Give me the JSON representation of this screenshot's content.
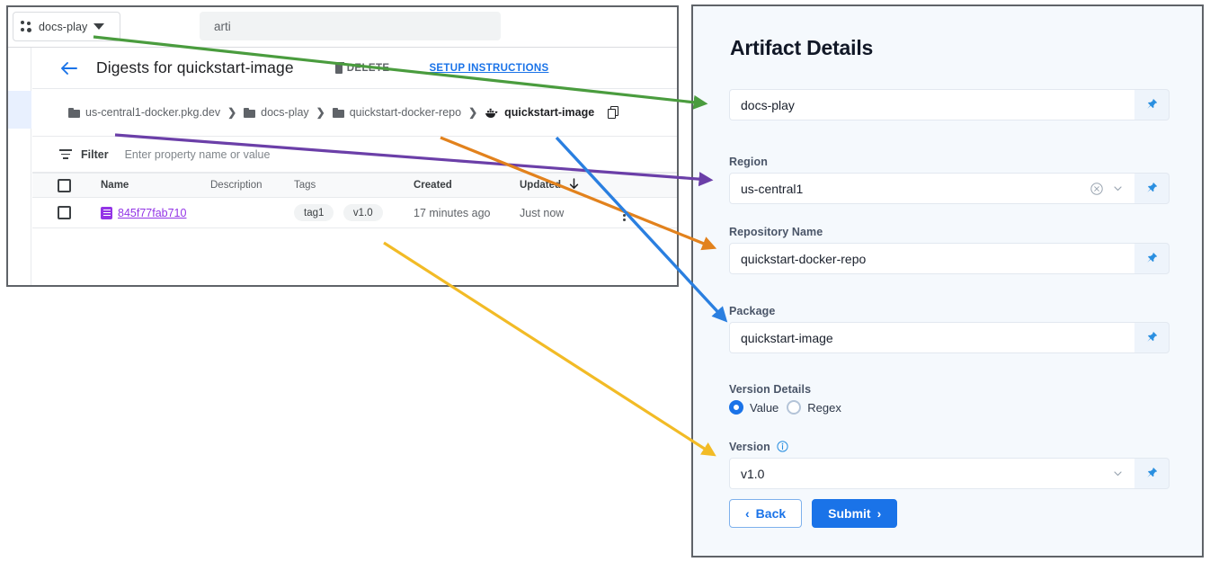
{
  "console": {
    "project_chip": {
      "label": "docs-play",
      "icon": "project-dots-icon",
      "caret": "caret-down-icon"
    },
    "search": {
      "value": "arti",
      "placeholder": "arti"
    },
    "page_title": "Digests for quickstart-image",
    "back_icon": "back-arrow-icon",
    "actions": {
      "delete_label": "DELETE",
      "setup_label": "SETUP INSTRUCTIONS"
    },
    "breadcrumb": [
      {
        "label": "us-central1-docker.pkg.dev",
        "icon": "folder-icon"
      },
      {
        "label": "docs-play",
        "icon": "folder-icon"
      },
      {
        "label": "quickstart-docker-repo",
        "icon": "folder-icon"
      },
      {
        "label": "quickstart-image",
        "icon": "docker-whale-icon"
      }
    ],
    "breadcrumb_separator": "❯",
    "copy_icon": "copy-icon",
    "filter": {
      "label": "Filter",
      "placeholder": "Enter property name or value",
      "icon": "filter-icon"
    },
    "table": {
      "headers": [
        "Name",
        "Description",
        "Tags",
        "Created",
        "Updated"
      ],
      "sort_column": "Updated",
      "sort_arrow": "↓",
      "rows": [
        {
          "name": "845f77fab710",
          "description": "",
          "tags": [
            "tag1",
            "v1.0"
          ],
          "created": "17 minutes ago",
          "updated": "Just now"
        }
      ]
    }
  },
  "details": {
    "title": "Artifact Details",
    "fields": [
      {
        "label": "",
        "value": "docs-play",
        "has_clear": false,
        "has_chevron": false,
        "pin": "pin-icon"
      },
      {
        "label": "Region",
        "value": "us-central1",
        "has_clear": true,
        "has_chevron": true,
        "pin": "pin-icon"
      },
      {
        "label": "Repository Name",
        "value": "quickstart-docker-repo",
        "has_clear": false,
        "has_chevron": false,
        "pin": "pin-icon"
      },
      {
        "label": "Package",
        "value": "quickstart-image",
        "has_clear": false,
        "has_chevron": false,
        "pin": "pin-icon"
      }
    ],
    "version_details": {
      "label": "Version Details",
      "options": [
        {
          "label": "Value",
          "selected": true
        },
        {
          "label": "Regex",
          "selected": false
        }
      ]
    },
    "version_field": {
      "label": "Version",
      "info_icon": "info-icon",
      "value": "v1.0",
      "has_chevron": true,
      "pin": "pin-icon"
    },
    "buttons": {
      "back_label": "Back",
      "back_chevron": "‹",
      "submit_label": "Submit",
      "submit_chevron": "›"
    }
  },
  "colors": {
    "green_arrow": "#4a9c3e",
    "purple_arrow": "#6b3fa8",
    "orange_arrow": "#e2821d",
    "blue_arrow": "#2a7fe0",
    "yellow_arrow": "#f2bb26",
    "accent_blue": "#1a73e8",
    "digest_purple": "#9334e6",
    "panel_bg": "#f5f9fd"
  },
  "annotations": [
    {
      "name": "green",
      "from": "project-chip",
      "to": "project-field"
    },
    {
      "name": "purple",
      "from": "breadcrumb-region",
      "to": "region-field"
    },
    {
      "name": "orange",
      "from": "breadcrumb-repo",
      "to": "repository-field"
    },
    {
      "name": "blue",
      "from": "breadcrumb-image",
      "to": "package-field"
    },
    {
      "name": "yellow",
      "from": "tag-v1.0",
      "to": "version-field"
    }
  ]
}
